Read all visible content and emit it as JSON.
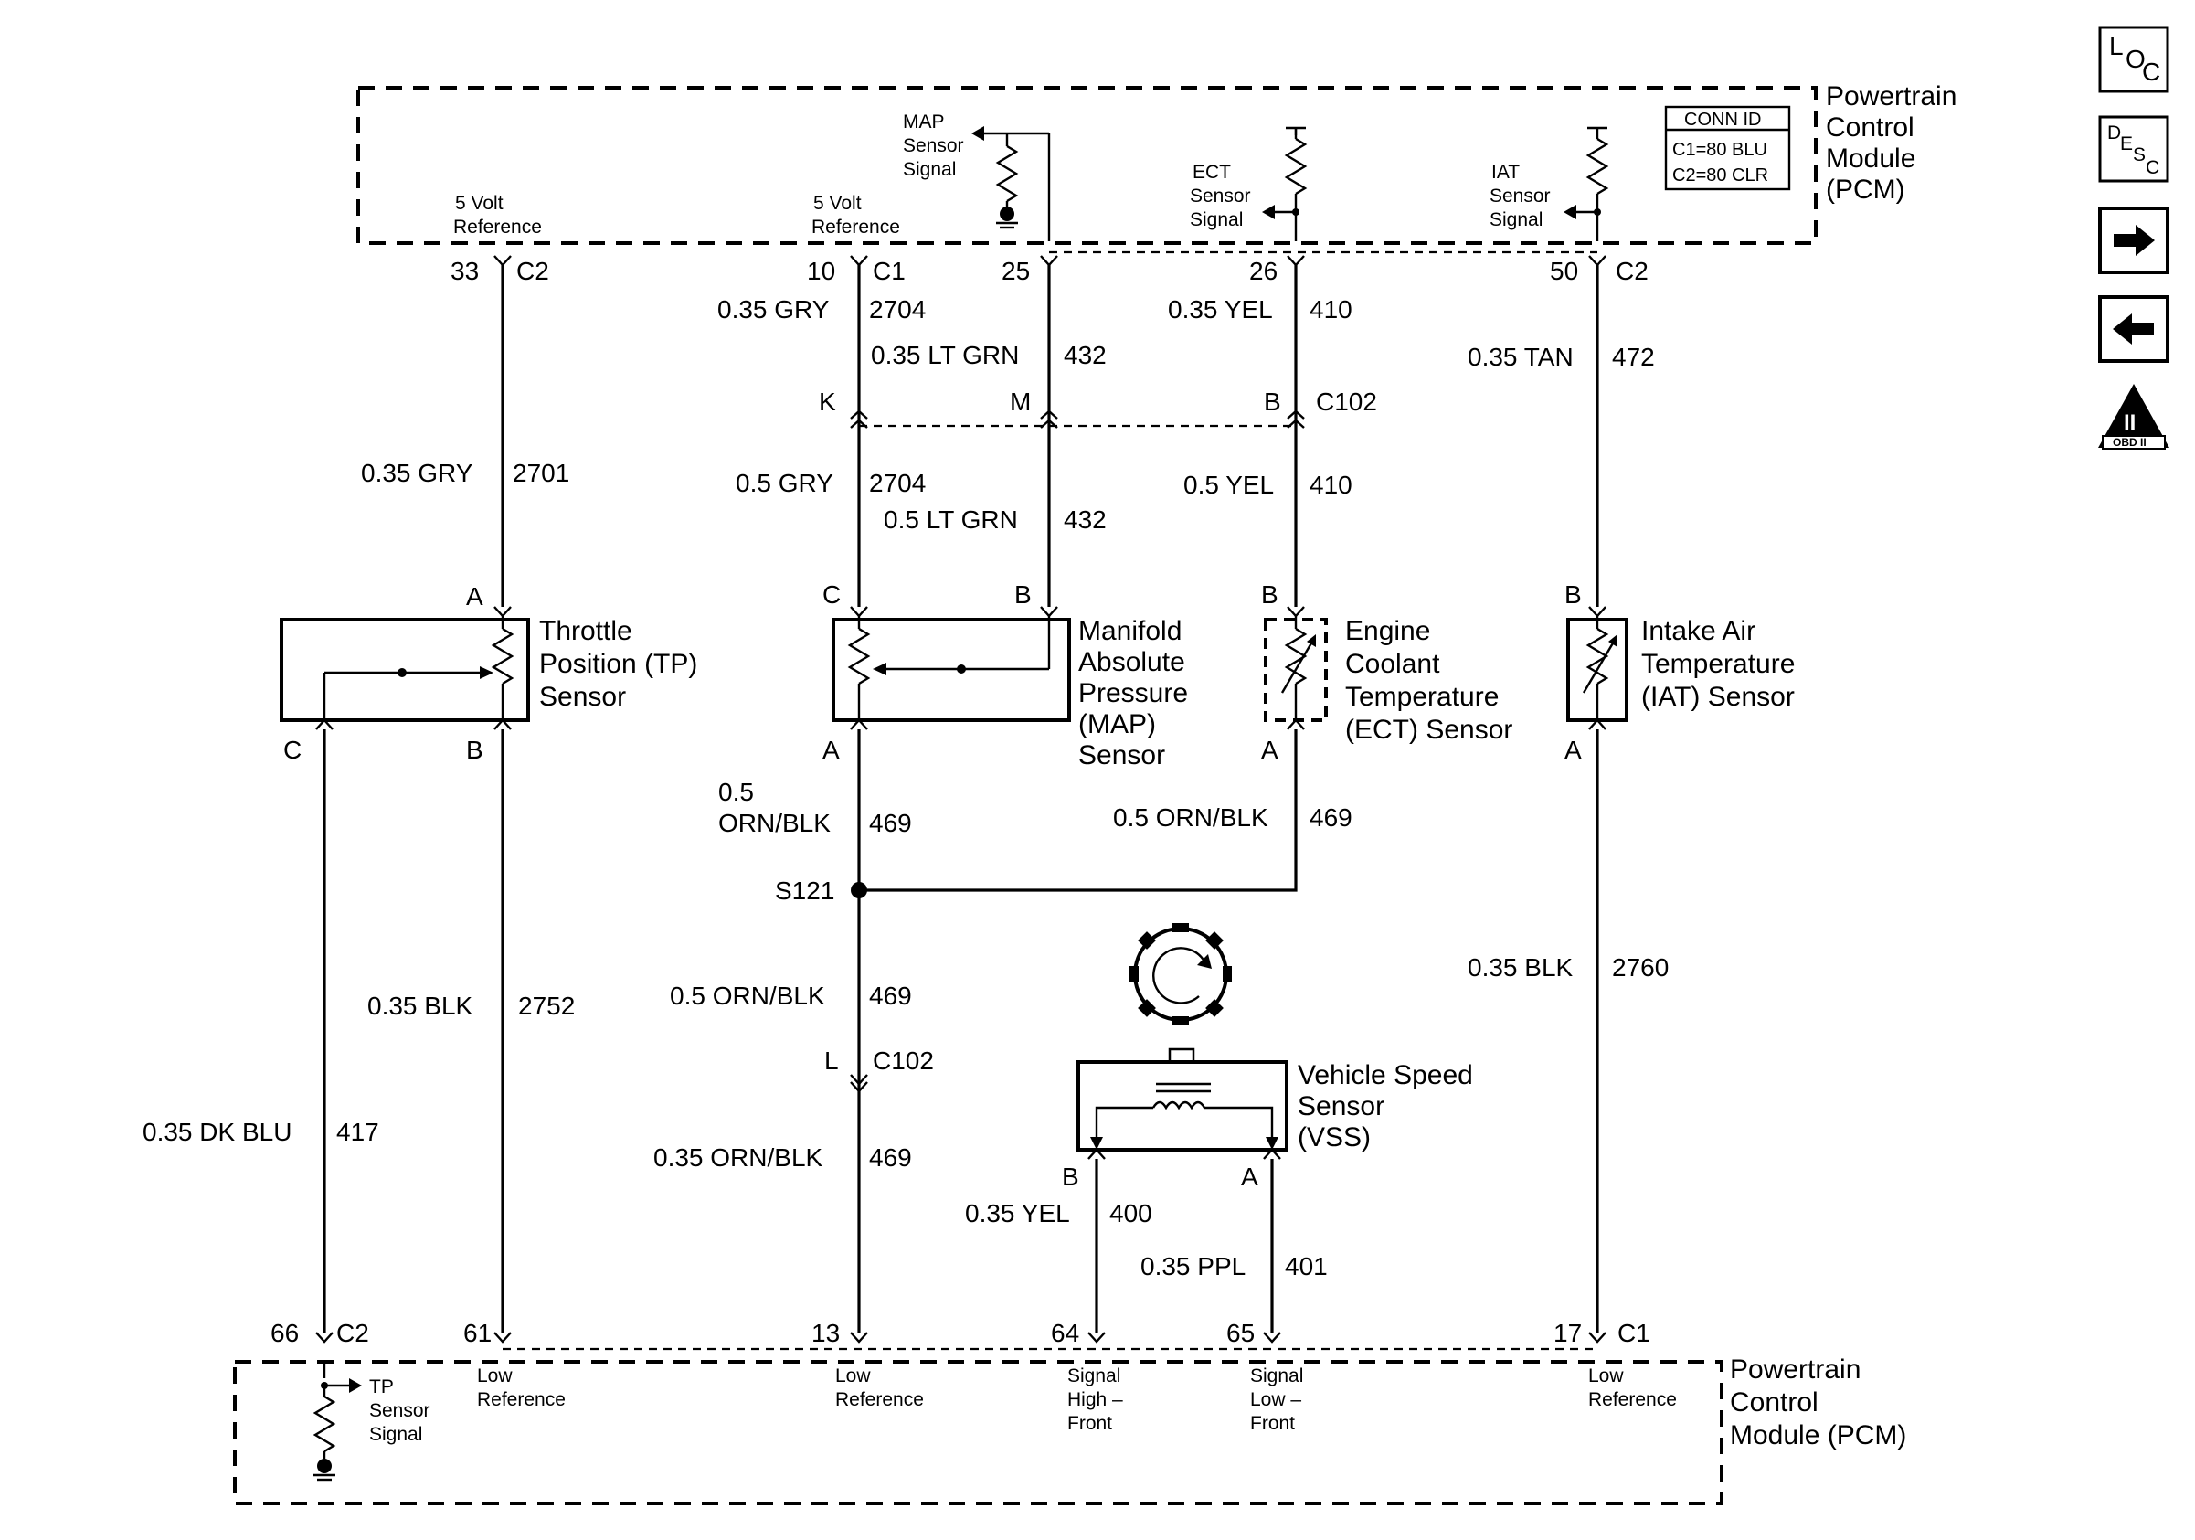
{
  "pcm_top": {
    "title_l1": "Powertrain",
    "title_l2": "Control",
    "title_l3": "Module",
    "title_l4": "(PCM)",
    "conn_id_title": "CONN ID",
    "conn_c1": "C1=80 BLU",
    "conn_c2": "C2=80 CLR",
    "ref1_l1": "5 Volt",
    "ref1_l2": "Reference",
    "ref2_l1": "5 Volt",
    "ref2_l2": "Reference",
    "map_l1": "MAP",
    "map_l2": "Sensor",
    "map_l3": "Signal",
    "ect_l1": "ECT",
    "ect_l2": "Sensor",
    "ect_l3": "Signal",
    "iat_l1": "IAT",
    "iat_l2": "Sensor",
    "iat_l3": "Signal"
  },
  "pcm_bottom": {
    "title_l1": "Powertrain",
    "title_l2": "Control",
    "title_l3": "Module (PCM)",
    "tp_l1": "TP",
    "tp_l2": "Sensor",
    "tp_l3": "Signal",
    "lowref1_l1": "Low",
    "lowref1_l2": "Reference",
    "lowref2_l1": "Low",
    "lowref2_l2": "Reference",
    "sighi_l1": "Signal",
    "sighi_l2": "High –",
    "sighi_l3": "Front",
    "siglo_l1": "Signal",
    "siglo_l2": "Low –",
    "siglo_l3": "Front",
    "lowref3_l1": "Low",
    "lowref3_l2": "Reference"
  },
  "top_pins": {
    "p33": "33",
    "c2a": "C2",
    "p10": "10",
    "c1a": "C1",
    "p25": "25",
    "p26": "26",
    "p50": "50",
    "c2b": "C2"
  },
  "bottom_pins": {
    "p66": "66",
    "c2": "C2",
    "p61": "61",
    "p13": "13",
    "p64": "64",
    "p65": "65",
    "p17": "17",
    "c1": "C1"
  },
  "wires": {
    "gry_2704_top": "0.35 GRY",
    "n2704_top": "2704",
    "ltgrn_432_top": "0.35 LT GRN",
    "n432_top": "432",
    "yel_410_top": "0.35 YEL",
    "n410_top": "410",
    "tan_472": "0.35 TAN",
    "n472": "472",
    "gry_2701": "0.35 GRY",
    "n2701": "2701",
    "gry_2704_mid": "0.5 GRY",
    "n2704_mid": "2704",
    "ltgrn_432_mid": "0.5 LT GRN",
    "n432_mid": "432",
    "yel_410_mid": "0.5 YEL",
    "n410_mid": "410",
    "orn_map_l1": "0.5",
    "orn_map_l2": "ORN/BLK",
    "n469_map": "469",
    "orn_ect": "0.5 ORN/BLK",
    "n469_ect": "469",
    "orn_splice": "0.5 ORN/BLK",
    "n469_splice": "469",
    "orn_bottom": "0.35 ORN/BLK",
    "n469_bottom": "469",
    "blk_2752": "0.35 BLK",
    "n2752": "2752",
    "dkblu_417": "0.35 DK BLU",
    "n417": "417",
    "blk_2760": "0.35 BLK",
    "n2760": "2760",
    "yel_400": "0.35 YEL",
    "n400": "400",
    "ppl_401": "0.35 PPL",
    "n401": "401"
  },
  "c102": {
    "pin_k": "K",
    "pin_m": "M",
    "pin_b": "B",
    "label_top": "C102",
    "pin_l": "L",
    "label_bottom": "C102"
  },
  "splice": {
    "label": "S121"
  },
  "sensors": {
    "tp": {
      "l1": "Throttle",
      "l2": "Position (TP)",
      "l3": "Sensor",
      "pin_a": "A",
      "pin_b": "B",
      "pin_c": "C"
    },
    "map": {
      "l1": "Manifold",
      "l2": "Absolute",
      "l3": "Pressure",
      "l4": "(MAP)",
      "l5": "Sensor",
      "pin_c": "C",
      "pin_b": "B",
      "pin_a": "A"
    },
    "ect": {
      "l1": "Engine",
      "l2": "Coolant",
      "l3": "Temperature",
      "l4": "(ECT) Sensor",
      "pin_b": "B",
      "pin_a": "A"
    },
    "iat": {
      "l1": "Intake Air",
      "l2": "Temperature",
      "l3": "(IAT) Sensor",
      "pin_b": "B",
      "pin_a": "A"
    },
    "vss": {
      "l1": "Vehicle Speed",
      "l2": "Sensor",
      "l3": "(VSS)",
      "pin_b": "B",
      "pin_a": "A"
    }
  },
  "nav": {
    "loc_l": "L",
    "loc_o": "O",
    "loc_c": "C",
    "desc_d": "D",
    "desc_e": "E",
    "desc_s": "S",
    "desc_c": "C",
    "next_icon": "arrow-right-icon",
    "prev_icon": "arrow-left-icon",
    "obd_roman": "II",
    "obd_label": "OBD II"
  }
}
